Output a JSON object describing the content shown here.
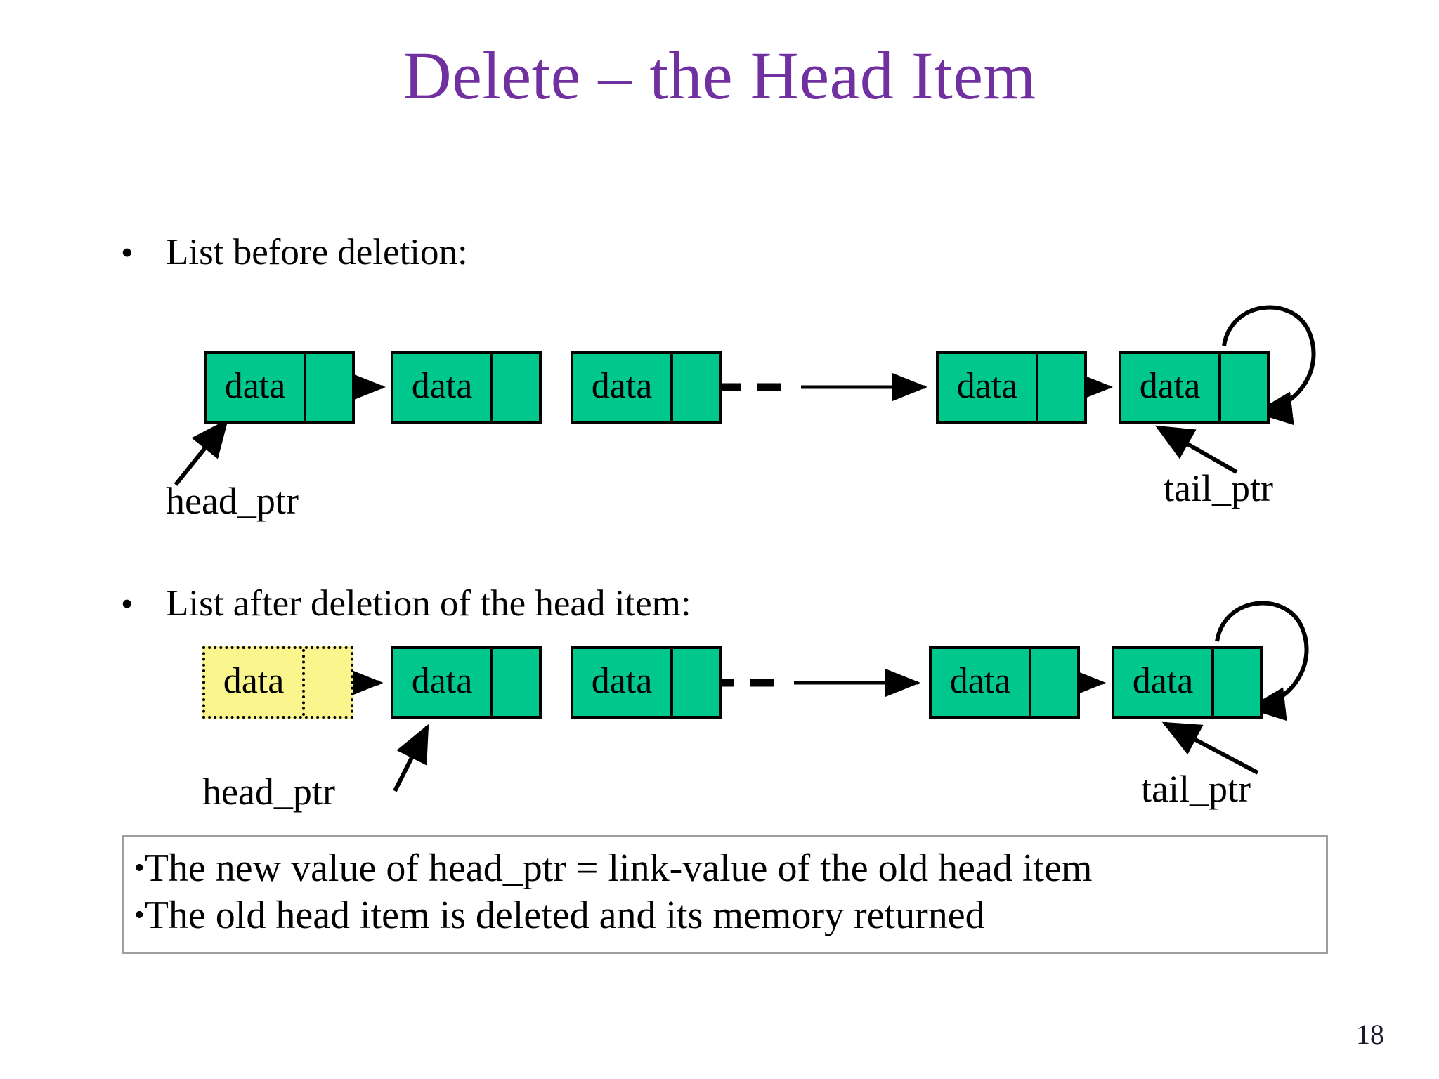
{
  "slide": {
    "title": "Delete – the Head Item",
    "page_number": "18",
    "accent_color": "#7030A0",
    "node_fill": "#00C88C",
    "deleted_node_fill": "#FAF58C",
    "stroke_color": "#000000"
  },
  "bullets": [
    {
      "marker": "•",
      "text": "List before deletion:"
    },
    {
      "marker": "•",
      "text": "List after deletion of the head item:"
    }
  ],
  "diagram_before": {
    "caption": "List before deletion:",
    "nodes": [
      {
        "data_label": "data",
        "state": "normal"
      },
      {
        "data_label": "data",
        "state": "normal"
      },
      {
        "data_label": "data",
        "state": "normal"
      },
      {
        "data_label": "data",
        "state": "normal"
      },
      {
        "data_label": "data",
        "state": "normal"
      }
    ],
    "ellipsis": "dashed-link",
    "tail_self_loop": true,
    "pointers": [
      {
        "name": "head_ptr",
        "label": "head_ptr",
        "target": "node-1-left"
      },
      {
        "name": "tail_ptr",
        "label": "tail_ptr",
        "target": "node-5-bottom"
      }
    ]
  },
  "diagram_after": {
    "caption": "List after deletion of the head item:",
    "nodes": [
      {
        "data_label": "data",
        "state": "deleted"
      },
      {
        "data_label": "data",
        "state": "normal"
      },
      {
        "data_label": "data",
        "state": "normal"
      },
      {
        "data_label": "data",
        "state": "normal"
      },
      {
        "data_label": "data",
        "state": "normal"
      }
    ],
    "ellipsis": "dashed-link",
    "tail_self_loop": true,
    "pointers": [
      {
        "name": "head_ptr",
        "label": "head_ptr",
        "target": "node-2-bottom"
      },
      {
        "name": "tail_ptr",
        "label": "tail_ptr",
        "target": "node-5-bottom"
      }
    ]
  },
  "note": {
    "marker": "•",
    "lines": [
      "The new value of head_ptr = link-value of the old head item",
      "The old head item is deleted and its memory returned"
    ]
  }
}
